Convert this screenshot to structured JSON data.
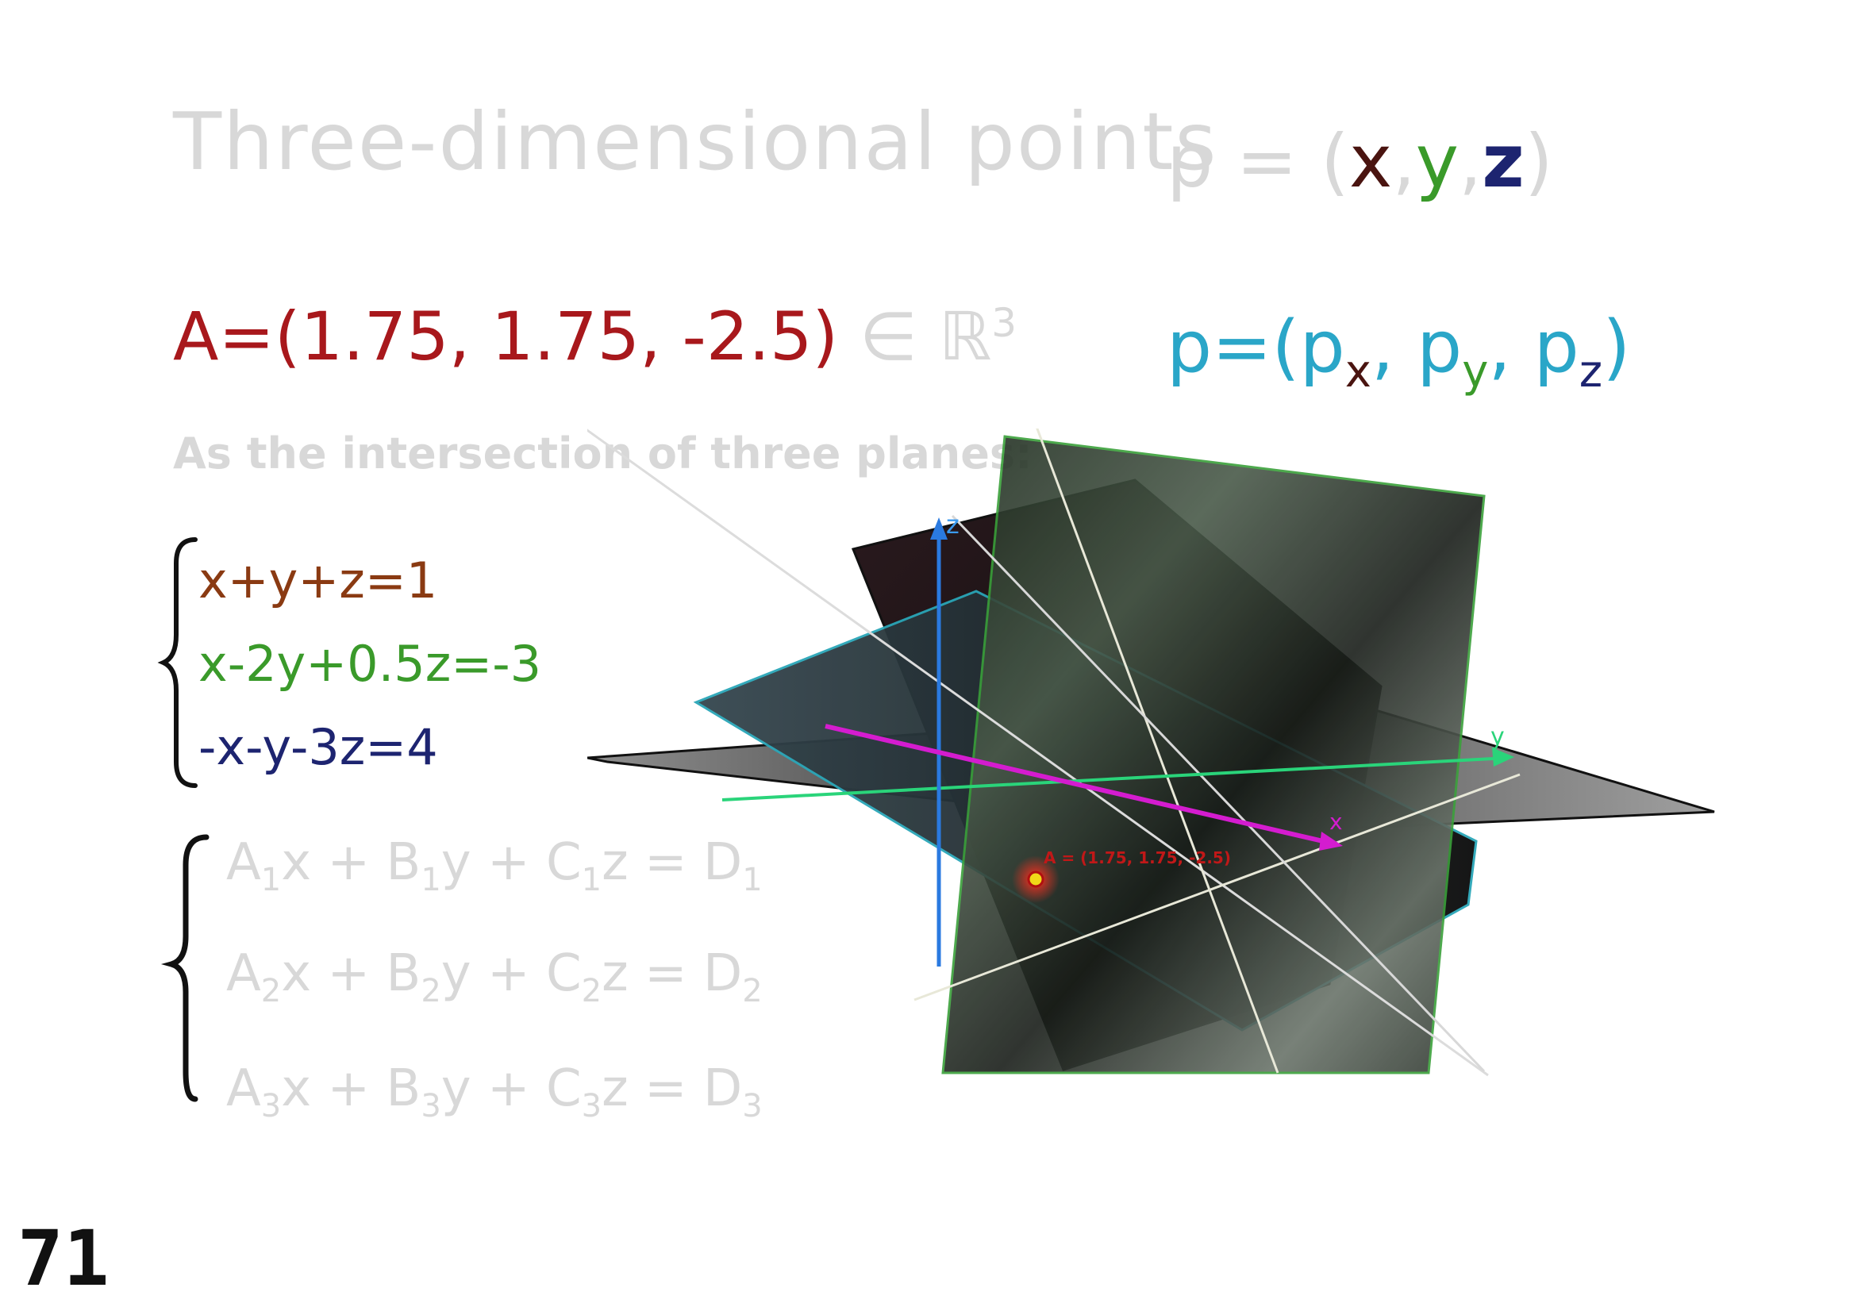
{
  "title": "Three-dimensional points",
  "point_form": {
    "prefix": "p = (",
    "x": "x",
    "sep1": ",",
    "y": "y",
    "sep2": ",",
    "z": "z",
    "suffix": ")"
  },
  "point_components": {
    "prefix": "p=(p",
    "sx": "x",
    "sep1": ", p",
    "sy": "y",
    "sep2": ", p",
    "sz": "z",
    "suffix": ")"
  },
  "point_A": {
    "text": "A=(1.75, 1.75, -2.5)",
    "member": " ∈ ℝ",
    "power": "3"
  },
  "caption": "As the intersection of three planes:",
  "equations": [
    "x+y+z=1",
    "x-2y+0.5z=-3",
    "-x-y-3z=4"
  ],
  "general": {
    "row1": [
      "A",
      "1",
      "x + B",
      "1",
      "y + C",
      "1",
      "z = D",
      "1"
    ],
    "row2": [
      "A",
      "2",
      "x + B",
      "2",
      "y + C",
      "2",
      "z = D",
      "2"
    ],
    "row3": [
      "A",
      "3",
      "x + B",
      "3",
      "y + C",
      "3",
      "z = D",
      "3"
    ]
  },
  "diagram": {
    "axis_labels": {
      "x": "x",
      "y": "y",
      "z": "z"
    },
    "point_label": "A = (1.75, 1.75, -2.5)",
    "colors": {
      "x_axis": "#d41ccf",
      "y_axis": "#2ad47a",
      "z_axis": "#2a7ae0",
      "point": "#e02020",
      "plane_edge_green": "#3aa03a",
      "plane_edge_cyan": "#2aa6b8"
    }
  },
  "page_number": "71"
}
